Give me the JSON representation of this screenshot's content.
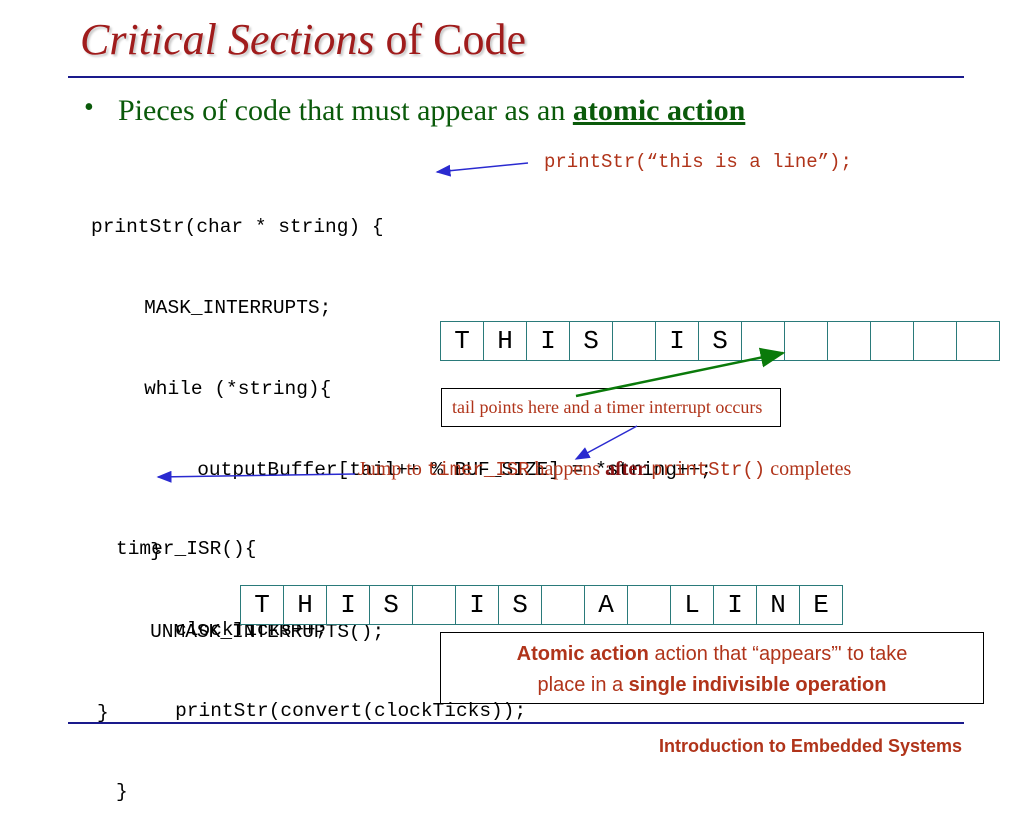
{
  "slide": {
    "title_italic": "Critical Sections",
    "title_rest": " of Code",
    "bullet_symbol": "•",
    "bullet_text": "Pieces of code that must appear as an ",
    "bullet_bold": "atomic action",
    "code_main": [
      "printStr(char * string) {",
      "   MASK_INTERRUPTS;",
      "   while (*string){",
      "      outputBuffer[tail++ % BUF_SIZE] = *string++;",
      "   }",
      "   UNMASK_INTERRUPTS();",
      "}"
    ],
    "call_text": "printStr(“this is a line”);",
    "buffer_top": [
      "T",
      "H",
      "I",
      "S",
      "",
      "I",
      "S",
      "",
      "",
      "",
      "",
      "",
      ""
    ],
    "tail_note": "tail points here  and a timer interrupt occurs",
    "jump": {
      "part1": "Jump to ",
      "code1": "timer_ISR",
      "part2": "  happens ",
      "bold": "after",
      "part3": " ",
      "code2": "printStr()",
      "part4": " completes"
    },
    "code_isr": [
      "timer_ISR(){",
      "   clockTicks++;",
      "   printStr(convert(clockTicks));",
      "}"
    ],
    "buffer_bottom": [
      "T",
      "H",
      "I",
      "S",
      "",
      "I",
      "S",
      "",
      "A",
      "",
      "L",
      "I",
      "N",
      "E"
    ],
    "atomic_box": {
      "bold1": "Atomic action",
      "text1": "  action that “appears”' to take",
      "text2": "place in a ",
      "bold2": "single indivisible operation"
    },
    "footer": "Introduction to Embedded Systems",
    "colors": {
      "title": "#a01c1c",
      "bullet": "#0a5a0a",
      "accent": "#b0341a",
      "rule": "#1a1a8c",
      "arrow_blue": "#2a2ad0",
      "arrow_green": "#0a7a0a"
    }
  }
}
